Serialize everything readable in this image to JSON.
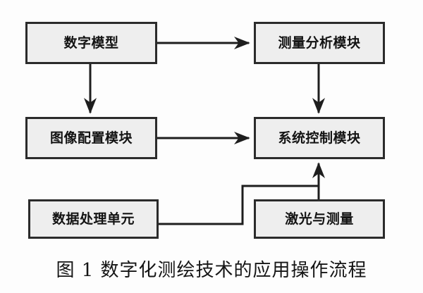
{
  "figure": {
    "caption": "图 1  数字化测绘技术的应用操作流程",
    "caption_label": "图 1",
    "caption_title": "数字化测绘技术的应用操作流程"
  },
  "diagram": {
    "type": "flowchart",
    "box_fill_color": "#eeeeee",
    "box_border_color": "#2b2b2b",
    "connector_color": "#1e1e1e",
    "background_color": "#ffffff",
    "nodes": [
      {
        "id": "digital-model",
        "label": "数字模型",
        "row": 1,
        "col": "left"
      },
      {
        "id": "measure-analysis",
        "label": "测量分析模块",
        "row": 1,
        "col": "right"
      },
      {
        "id": "image-config",
        "label": "图像配置模块",
        "row": 2,
        "col": "left"
      },
      {
        "id": "system-control",
        "label": "系统控制模块",
        "row": 2,
        "col": "right"
      },
      {
        "id": "data-process",
        "label": "数据处理单元",
        "row": 3,
        "col": "left"
      },
      {
        "id": "laser-measure",
        "label": "激光与测量",
        "row": 3,
        "col": "right"
      }
    ],
    "edges": [
      {
        "from": "digital-model",
        "to": "measure-analysis",
        "style": "straight-horizontal",
        "arrow": true
      },
      {
        "from": "digital-model",
        "to": "image-config",
        "style": "straight-vertical",
        "arrow": true
      },
      {
        "from": "measure-analysis",
        "to": "system-control",
        "style": "straight-vertical",
        "arrow": true
      },
      {
        "from": "image-config",
        "to": "system-control",
        "style": "straight-horizontal",
        "arrow": true
      },
      {
        "from": "data-process",
        "to": "system-control",
        "style": "stepped",
        "arrow": false
      },
      {
        "from": "laser-measure",
        "to": "system-control",
        "style": "straight-vertical-up",
        "arrow": true
      }
    ]
  }
}
